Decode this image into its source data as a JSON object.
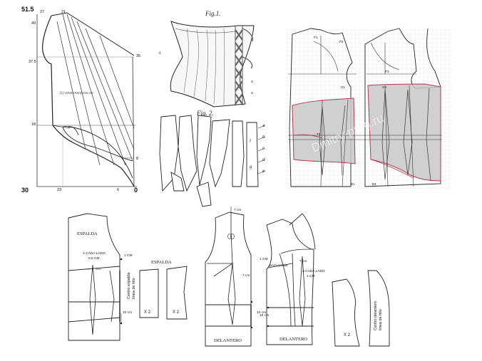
{
  "panel_a": {
    "labels": {
      "top_left": "51.5",
      "top_27": "27",
      "top_21": "21",
      "left_49": "49",
      "left_375": "37.5",
      "left_18": "18",
      "right_35": "35",
      "right_8": "8",
      "bottom_30": "30",
      "bottom_23": "23",
      "bottom_6": "6",
      "bottom_0": "0"
    },
    "watermark": "(c) www.marquise.de"
  },
  "panel_b": {
    "fig1": "Fig.1.",
    "fig2": "Fig. 2.",
    "letters": [
      "a",
      "b",
      "c",
      "d",
      "e",
      "f",
      "g"
    ]
  },
  "panel_c": {
    "labels": {
      "p1": "P1",
      "p2": "P2",
      "p3": "P3",
      "g1": "G1",
      "g4": "G4",
      "t1": "T1",
      "b1": "B1",
      "b4": "B4"
    },
    "watermark": "Dmitry-prog.ru"
  },
  "panel_d": {
    "espalda_label": "ESPALDA",
    "a_cada_lado": "A CADA LADO",
    "dim_05": "0.5 CM",
    "dim_1cm": "1 CM",
    "dim_10cm": "10 cm",
    "centro_espalda_1": "Centro espalda",
    "centro_espalda_2": "línea de hilo",
    "espalda_title": "ESPALDA",
    "x2_a": "X 2",
    "x2_b": "X 2"
  },
  "panel_e": {
    "dim_7cm_top": "7 cm",
    "dim_7cm": "7 cm",
    "dim_10cm": "10 cm",
    "delantero": "DELANTERO"
  },
  "panel_f": {
    "dim_1cm": "1 CM",
    "dim_7cm": "7 cm",
    "pinza": "pinza cerrada",
    "a_cada_lado": "A CADA LADO",
    "dim_1cm_b": "1 CM",
    "dim_10cm": "10 cm",
    "delantero": "DELANTERO",
    "x2": "X 2",
    "centro_delantero_1": "Centro delantero",
    "centro_delantero_2": "línea de hilo"
  }
}
